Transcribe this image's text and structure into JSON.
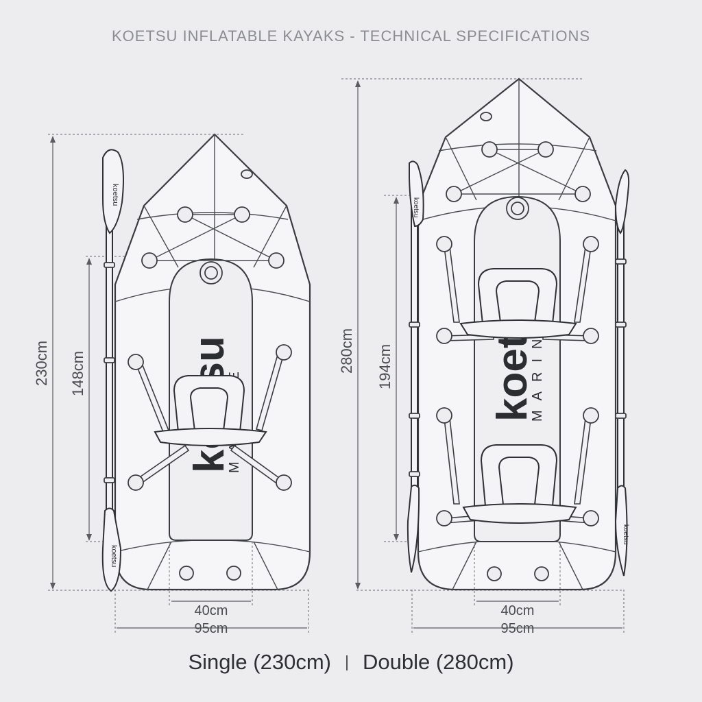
{
  "title": "KOETSU INFLATABLE KAYAKS - TECHNICAL SPECIFICATIONS",
  "brand": {
    "wordmark": "koetsu",
    "sub": "MARINE",
    "paddle_mark": "koetsu"
  },
  "single": {
    "length_label": "230cm",
    "cockpit_label": "148cm",
    "floor_width_label": "40cm",
    "beam_label": "95cm"
  },
  "double": {
    "length_label": "280cm",
    "cockpit_label": "194cm",
    "floor_width_label": "40cm",
    "beam_label": "95cm"
  },
  "caption": {
    "single": "Single (230cm)",
    "double": "Double (280cm)"
  }
}
